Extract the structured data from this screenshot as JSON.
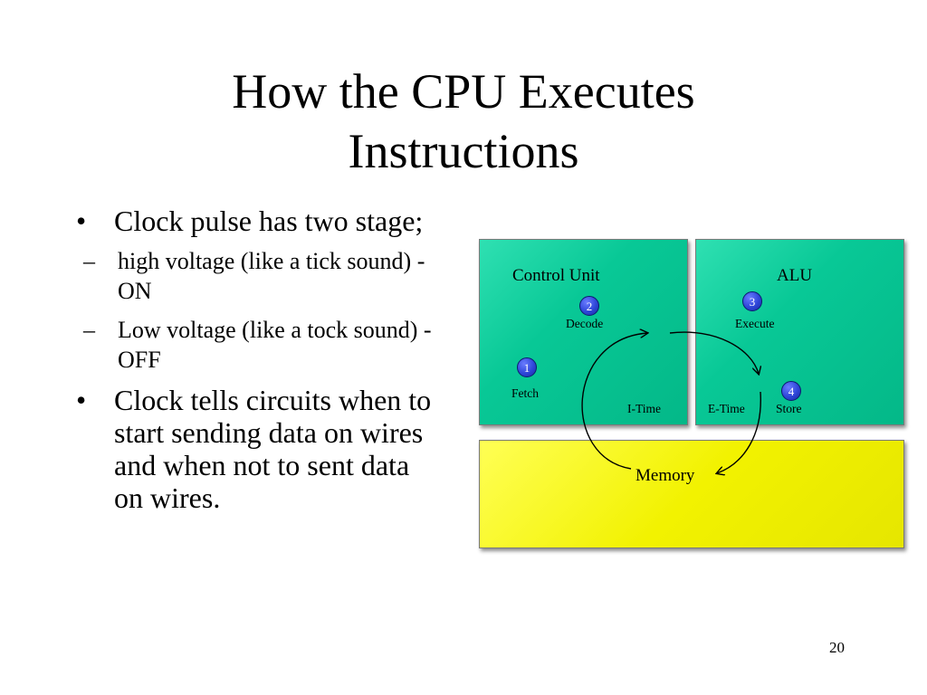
{
  "slide": {
    "title_line1": "How the CPU Executes",
    "title_line2": "Instructions",
    "page_number": "20"
  },
  "bullets": {
    "marker": "•",
    "sub_marker": "–",
    "b1_text": "Clock pulse has two stage;",
    "b1_sub1": "high voltage (like a tick sound) - ON",
    "b1_sub2": "Low voltage (like a tock sound) - OFF",
    "b2_text": "Clock tells circuits when to start sending data on wires and when not to sent data on wires."
  },
  "diagram": {
    "control_unit_label": "Control Unit",
    "alu_label": "ALU",
    "memory_label": "Memory",
    "step1_num": "1",
    "step1_label": "Fetch",
    "step2_num": "2",
    "step2_label": "Decode",
    "step3_num": "3",
    "step3_label": "Execute",
    "step4_num": "4",
    "step4_label": "Store",
    "itime_label": "I-Time",
    "etime_label": "E-Time",
    "colors": {
      "unit_fill": "#08c896",
      "memory_fill": "#f2f200",
      "badge_fill": "#2e46d8"
    }
  }
}
